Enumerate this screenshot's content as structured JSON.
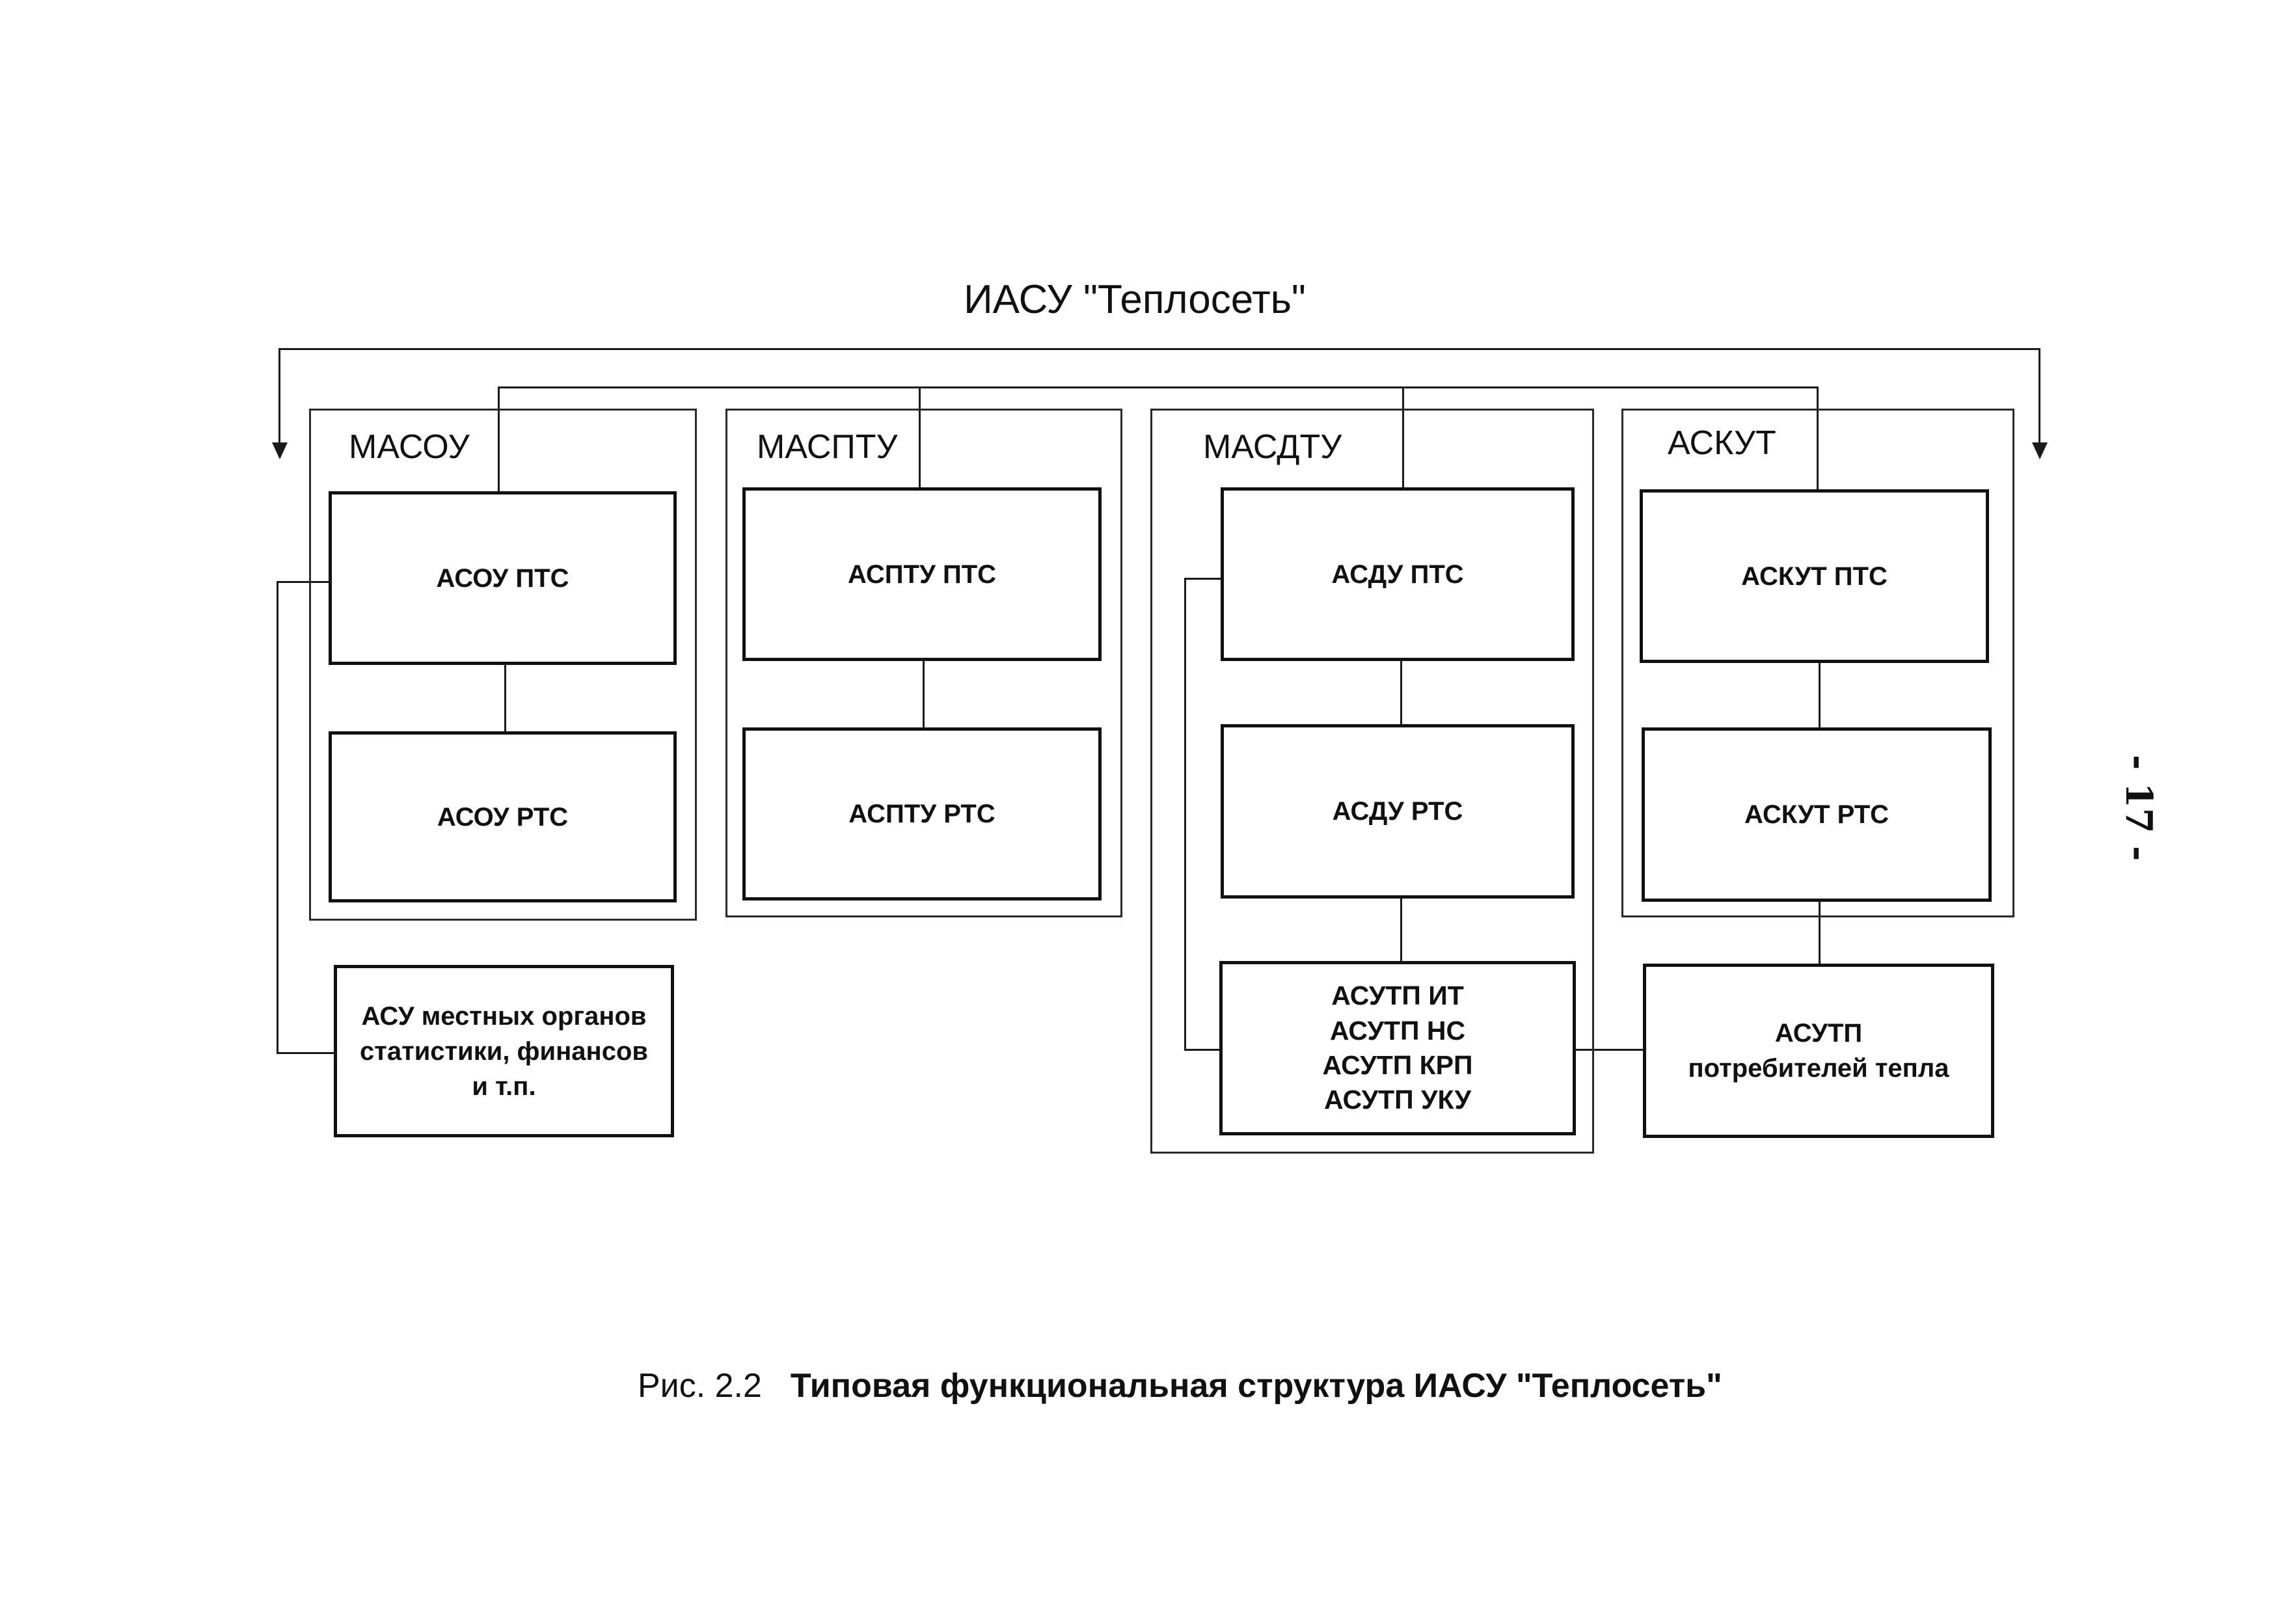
{
  "diagram": {
    "title": "ИАСУ \"Теплосеть\"",
    "groups": {
      "masou": "МАСОУ",
      "masptu": "МАСПТУ",
      "masdtu": "МАСДТУ",
      "askut": "АСКУТ"
    },
    "boxes": {
      "asou_pts": "АСОУ ПТС",
      "asou_rts": "АСОУ РТС",
      "asptu_pts": "АСПТУ ПТС",
      "asptu_rts": "АСПТУ РТС",
      "asdu_pts": "АСДУ ПТС",
      "asdu_rts": "АСДУ РТС",
      "askut_pts": "АСКУТ ПТС",
      "askut_rts": "АСКУТ РТС",
      "asu_local": "АСУ местных органов\nстатистики, финансов\nи т.п.",
      "asutp_list": "АСУТП ИТ\nАСУТП НС\nАСУТП КРП\nАСУТП УКУ",
      "asutp_consumers": "АСУТП\nпотребителей тепла"
    }
  },
  "caption": {
    "number": "Рис. 2.2",
    "text": "Типовая функциональная структура ИАСУ \"Теплосеть\""
  },
  "page_number": "- 17 -"
}
